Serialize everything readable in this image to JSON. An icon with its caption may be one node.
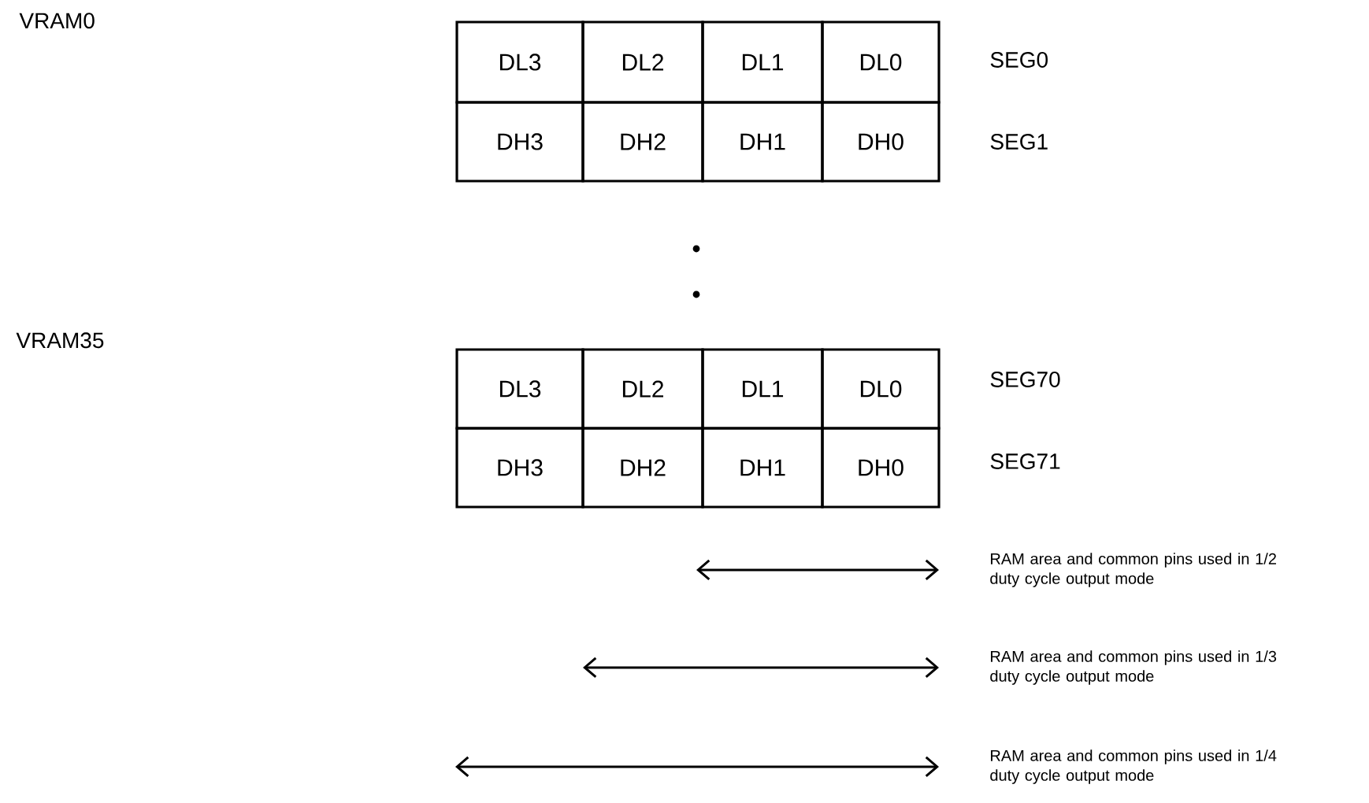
{
  "diagram": {
    "labels": [
      "VRAM0",
      "DL3",
      "DL2",
      "DL1",
      "DL0",
      "SEG0",
      "DH3",
      "DH2",
      "DH1",
      "DH0",
      "SEG1",
      "VRAM35",
      "DL3",
      "DL2",
      "DL1",
      "DL0",
      "SEG70",
      "DH3",
      "DH2",
      "DH1",
      "DH0",
      "SEG71",
      "RAM area and common pins used in 1/2 duty cycle output mode",
      "RAM area and common pins used in 1/3 duty cycle output mode",
      "RAM area and common pins used in 1/4 duty cycle output mode"
    ]
  }
}
